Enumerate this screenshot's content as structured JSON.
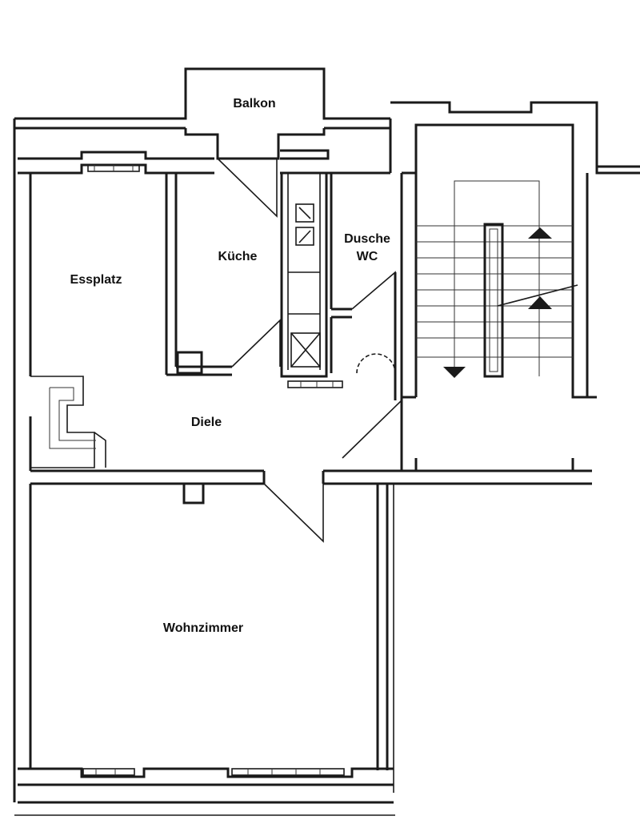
{
  "rooms": {
    "balkon": "Balkon",
    "kueche": "Küche",
    "dusche_line1": "Dusche",
    "dusche_line2": "WC",
    "essplatz": "Essplatz",
    "diele": "Diele",
    "wohnzimmer": "Wohnzimmer"
  }
}
